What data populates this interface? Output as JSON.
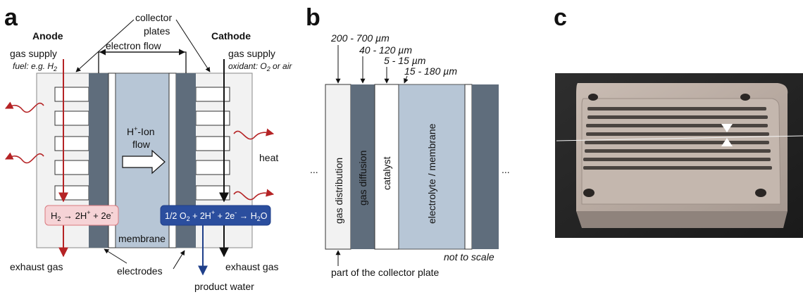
{
  "panel_a": {
    "letter": "a",
    "anode": "Anode",
    "cathode": "Cathode",
    "collector_plates": [
      "collector",
      "plates"
    ],
    "electron_flow": "electron flow",
    "gas_supply_left": "gas supply",
    "fuel": "fuel: e.g. H",
    "fuel_sub": "2",
    "gas_supply_right": "gas supply",
    "oxidant": "oxidant: O",
    "oxidant_sub": "2",
    "oxidant_rest": " or air",
    "ion_flow_h": "H",
    "ion_flow_sup": "+",
    "ion_flow_rest": "-Ion",
    "ion_flow_2": "flow",
    "heat": "heat",
    "membrane": "membrane",
    "electrodes": "electrodes",
    "exhaust_left": "exhaust gas",
    "exhaust_right": "exhaust gas",
    "product_water": "product water",
    "anode_reaction": {
      "h": "H",
      "h_sub": "2",
      "mid": " → 2H",
      "sup1": "+",
      "mid2": " + 2e",
      "sup2": "-"
    },
    "cathode_reaction": {
      "pre": "1/2 O",
      "sub1": "2",
      "mid": " + 2H",
      "sup1": "+",
      "mid2": " + 2e",
      "sup2": "-",
      "arrow": " → H",
      "sub2": "2",
      "end": "O"
    },
    "colors": {
      "housing": "#f2f2f2",
      "electrode": "#5f6d7c",
      "membrane": "#b7c6d6",
      "anode_box_fill": "#f6d3d6",
      "anode_box_stroke": "#d9797f",
      "cathode_box_fill": "#2b4e9e",
      "red": "#b52325",
      "blue": "#1f3f8a"
    }
  },
  "panel_b": {
    "letter": "b",
    "dim_1": "200 - 700 µm",
    "dim_2": "40 - 120 µm",
    "dim_3": "5 - 15 µm",
    "dim_4": "15 - 180 µm",
    "layer_gas_distribution": "gas distribution",
    "layer_gas_diffusion": "gas diffusion",
    "layer_catalyst": "catalyst",
    "layer_electrolyte": "electrolyte / membrane",
    "ellipsis_left": "...",
    "ellipsis_right": "...",
    "not_to_scale": "not to scale",
    "collector_note": "part of the collector plate"
  },
  "panel_c": {
    "letter": "c",
    "description_icon": "flow-field-plate-photo"
  }
}
